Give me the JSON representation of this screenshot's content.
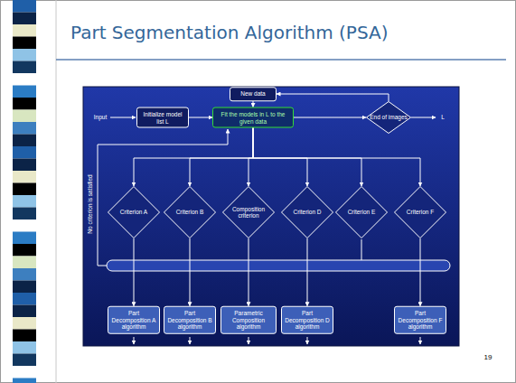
{
  "diagram": {
    "title": "Part Segmentation Algorithm (PSA)",
    "nodes": [
      {
        "text": [
          "New data"
        ]
      },
      {
        "text": [
          "Initialize model list L"
        ]
      },
      {
        "text": [
          "Fit the models in L to the given data"
        ]
      },
      {
        "text": [
          "End of images"
        ]
      },
      {
        "text": [
          "Criterion A"
        ]
      },
      {
        "text": [
          "Criterion B"
        ]
      },
      {
        "text": [
          "Composition criterion"
        ]
      },
      {
        "text": [
          "Criterion D"
        ]
      },
      {
        "text": [
          "Criterion E"
        ]
      },
      {
        "text": [
          "Criterion F"
        ]
      },
      {
        "text": [
          "Part Decomposition A algorithm"
        ]
      },
      {
        "text": [
          "Part Decomposition B algorithm"
        ]
      },
      {
        "text": [
          "Parametric Composition algorithm"
        ]
      },
      {
        "text": [
          "Part Decomposition D algorithm"
        ]
      },
      {
        "text": [
          "Part Decomposition F algorithm"
        ]
      }
    ],
    "edges": [
      {
        "from": 0,
        "to": 2,
        "arrow": "to"
      },
      {
        "from": 1,
        "to": 2,
        "arrow": "to"
      },
      {
        "from": 2,
        "to": 3,
        "arrow": "to"
      },
      {
        "from": 3,
        "to": 0,
        "arrow": "to"
      },
      {
        "from": 2,
        "to": 4,
        "arrow": "to"
      },
      {
        "from": 2,
        "to": 5,
        "arrow": "to"
      },
      {
        "from": 2,
        "to": 6,
        "arrow": "to"
      },
      {
        "from": 2,
        "to": 7,
        "arrow": "to"
      },
      {
        "from": 2,
        "to": 8,
        "arrow": "to"
      },
      {
        "from": 2,
        "to": 9,
        "arrow": "to"
      },
      {
        "from": 4,
        "to": 10,
        "arrow": "to"
      },
      {
        "from": 5,
        "to": 11,
        "arrow": "to"
      },
      {
        "from": 6,
        "to": 12,
        "arrow": "to"
      },
      {
        "from": 7,
        "to": 13,
        "arrow": "to"
      },
      {
        "from": 9,
        "to": 14,
        "arrow": "to"
      }
    ],
    "labels": [
      "Input",
      "L",
      "No criterion is satisfied",
      "19"
    ]
  }
}
